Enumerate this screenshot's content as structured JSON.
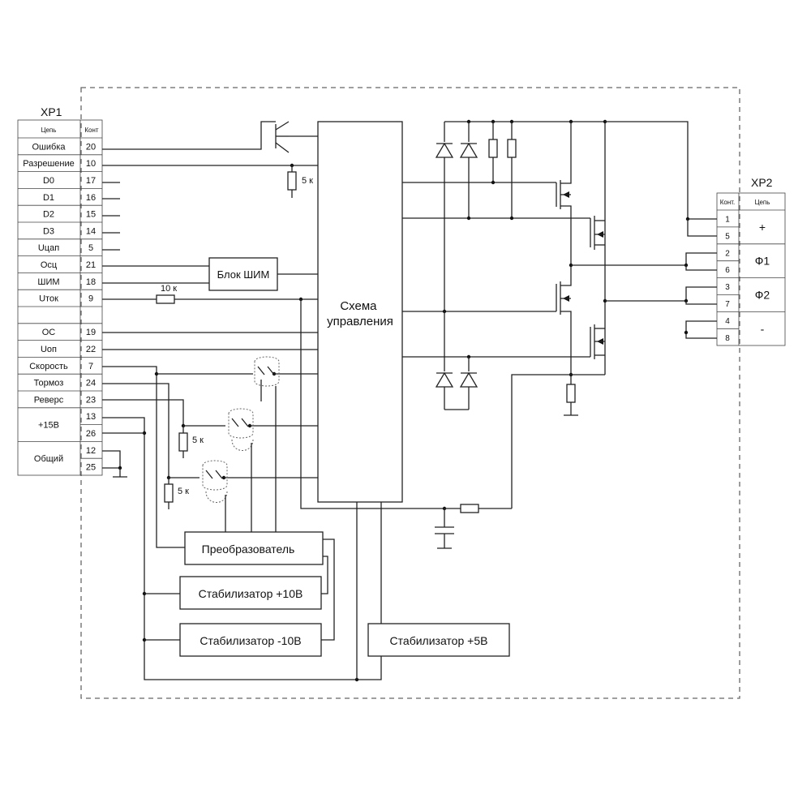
{
  "xp1": {
    "title": "XP1",
    "headers": [
      "Цепь",
      "Конт"
    ],
    "rows": [
      {
        "name": "Ошибка",
        "pins": [
          "20"
        ]
      },
      {
        "name": "Разрешение",
        "pins": [
          "10"
        ]
      },
      {
        "name": "D0",
        "pins": [
          "17"
        ]
      },
      {
        "name": "D1",
        "pins": [
          "16"
        ]
      },
      {
        "name": "D2",
        "pins": [
          "15"
        ]
      },
      {
        "name": "D3",
        "pins": [
          "14"
        ]
      },
      {
        "name": "Uцап",
        "pins": [
          "5"
        ]
      },
      {
        "name": "Осц",
        "pins": [
          "21"
        ]
      },
      {
        "name": "ШИМ",
        "pins": [
          "18"
        ]
      },
      {
        "name": "Uток",
        "pins": [
          "9"
        ]
      },
      {
        "name": "",
        "pins": [
          ""
        ]
      },
      {
        "name": "ОС",
        "pins": [
          "19"
        ]
      },
      {
        "name": "Uоп",
        "pins": [
          "22"
        ]
      },
      {
        "name": "Скорость",
        "pins": [
          "7"
        ]
      },
      {
        "name": "Тормоз",
        "pins": [
          "24"
        ]
      },
      {
        "name": "Реверс",
        "pins": [
          "23"
        ]
      },
      {
        "name": "+15В",
        "pins": [
          "13",
          "26"
        ]
      },
      {
        "name": "Общий",
        "pins": [
          "12",
          "25"
        ]
      }
    ]
  },
  "xp2": {
    "title": "XP2",
    "headers": [
      "Конт.",
      "Цепь"
    ],
    "rows": [
      {
        "pins": [
          "1",
          "5"
        ],
        "name": "+"
      },
      {
        "pins": [
          "2",
          "6"
        ],
        "name": "Ф1"
      },
      {
        "pins": [
          "3",
          "7"
        ],
        "name": "Ф2"
      },
      {
        "pins": [
          "4",
          "8"
        ],
        "name": "-"
      }
    ]
  },
  "blocks": {
    "control": "Схема управления",
    "pwm": "Блок ШИМ",
    "converter": "Преобразователь",
    "stab_p10": "Стабилизатор +10В",
    "stab_m10": "Стабилизатор -10В",
    "stab_p5": "Стабилизатор +5В"
  },
  "resistors": {
    "r_5k_a": "5 к",
    "r_10k": "10 к",
    "r_5k_b": "5 к",
    "r_5k_c": "5 к"
  },
  "colors": {
    "line": "#222222",
    "border": "#666666"
  }
}
